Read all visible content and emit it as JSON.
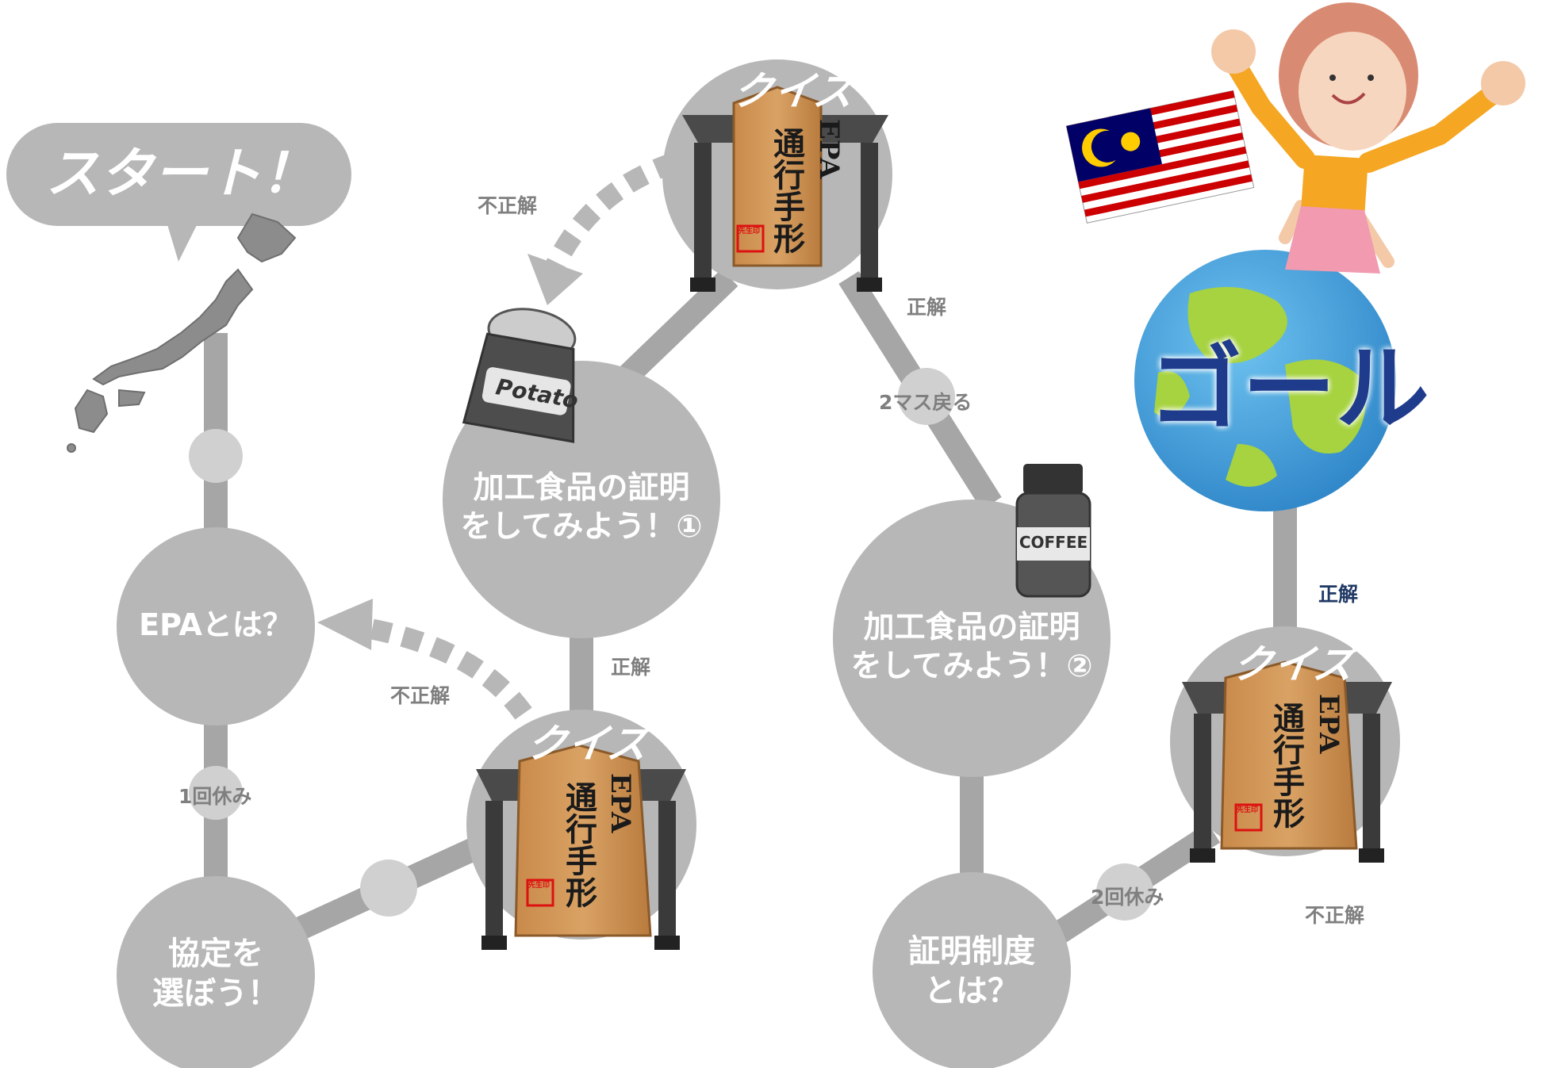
{
  "start": {
    "label": "スタート！"
  },
  "goal": {
    "label": "ゴール"
  },
  "nodes": {
    "epa": "EPAとは？",
    "agreement": "協定を\n選ぼう！",
    "processed1": "加工食品の証明\nをしてみよう！①",
    "processed2": "加工食品の証明\nをしてみよう！②",
    "certification": "証明制度\nとは？"
  },
  "quiz": {
    "title": "クイズ"
  },
  "plaque": {
    "line1": "EPA",
    "line2": "通行手形",
    "seal": "先生印"
  },
  "edges": {
    "skip1": "1回休み",
    "quiz1_correct": "正解",
    "quiz1_wrong": "不正解",
    "quiz2_wrong": "不正解",
    "quiz2_correct": "正解",
    "back2": "2マス戻る",
    "skip2": "2回休み",
    "quiz3_correct": "正解",
    "quiz3_wrong": "不正解"
  },
  "props": {
    "chips": "Potato",
    "coffee": "COFFEE"
  },
  "colors": {
    "node": "#b7b7b7",
    "path": "#a6a6a6",
    "label": "#7f7f7f",
    "goal_text": "#1f3b8c",
    "correct_goal": "#1f3864"
  }
}
